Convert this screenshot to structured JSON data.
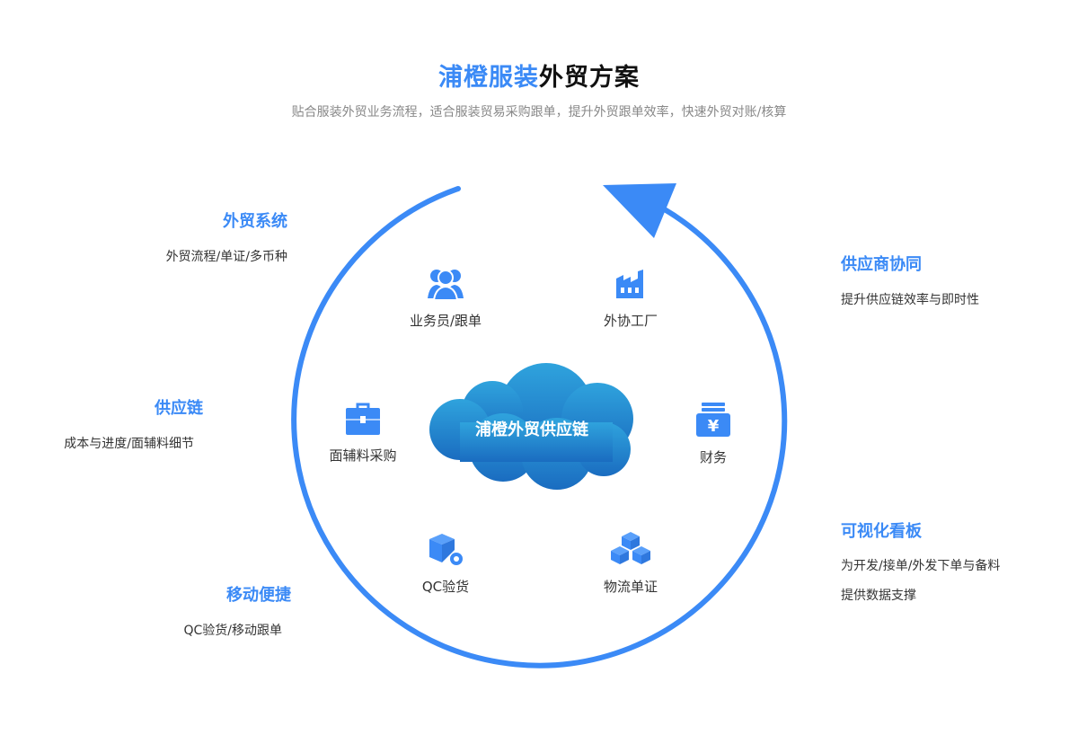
{
  "header": {
    "title_highlight": "浦橙服装",
    "title_rest": "外贸方案",
    "subtitle": "贴合服装外贸业务流程，适合服装贸易采购跟单，提升外贸跟单效率，快速外贸对账/核算"
  },
  "center": {
    "label": "浦橙外贸供应链"
  },
  "left_features": [
    {
      "title": "外贸系统",
      "lines": [
        "外贸流程/单证/多币种"
      ]
    },
    {
      "title": "供应链",
      "lines": [
        "成本与进度/面辅料细节"
      ]
    },
    {
      "title": "移动便捷",
      "lines": [
        "QC验货/移动跟单"
      ]
    }
  ],
  "right_features": [
    {
      "title": "供应商协同",
      "lines": [
        "提升供应链效率与即时性"
      ]
    },
    {
      "title": "可视化看板",
      "lines": [
        "为开发/接单/外发下单与备料",
        "提供数据支撑"
      ]
    }
  ],
  "nodes": [
    {
      "label": "业务员/跟单",
      "icon": "people-icon"
    },
    {
      "label": "外协工厂",
      "icon": "factory-icon"
    },
    {
      "label": "面辅料采购",
      "icon": "briefcase-icon"
    },
    {
      "label": "财务",
      "icon": "yen-money-icon"
    },
    {
      "label": "QC验货",
      "icon": "box-gear-icon"
    },
    {
      "label": "物流单证",
      "icon": "stacked-boxes-icon"
    }
  ],
  "colors": {
    "accent": "#3b8af6",
    "cloud_top": "#2fa3dd",
    "cloud_bottom": "#1a6cc0"
  }
}
